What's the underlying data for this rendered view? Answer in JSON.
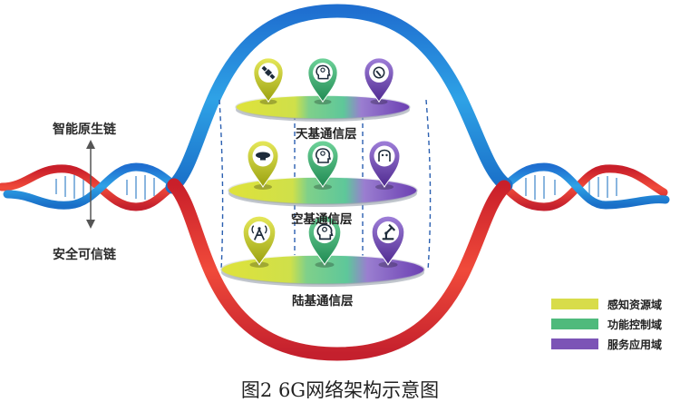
{
  "chains": {
    "upper_label": "智能原生链",
    "lower_label": "安全可信链"
  },
  "layers": [
    {
      "label": "天基通信层",
      "icons": [
        "satellite-icon",
        "brain-head-icon",
        "phone-hand-icon"
      ]
    },
    {
      "label": "空基通信层",
      "icons": [
        "airship-icon",
        "brain-head-icon",
        "robot-face-icon"
      ]
    },
    {
      "label": "陆基通信层",
      "icons": [
        "radio-tower-icon",
        "brain-head-icon",
        "robot-arm-icon"
      ]
    }
  ],
  "legend": [
    {
      "label": "感知资源域",
      "color": "#d8dc4a"
    },
    {
      "label": "功能控制域",
      "color": "#4fba7c"
    },
    {
      "label": "服务应用域",
      "color": "#7c54b6"
    }
  ],
  "caption": "图2    6G网络架构示意图",
  "colors": {
    "blue_strand": "#2a8fd8",
    "red_strand": "#e0383a",
    "gold": "#d8dc4a",
    "green": "#4fba7c",
    "purple": "#7c54b6"
  }
}
